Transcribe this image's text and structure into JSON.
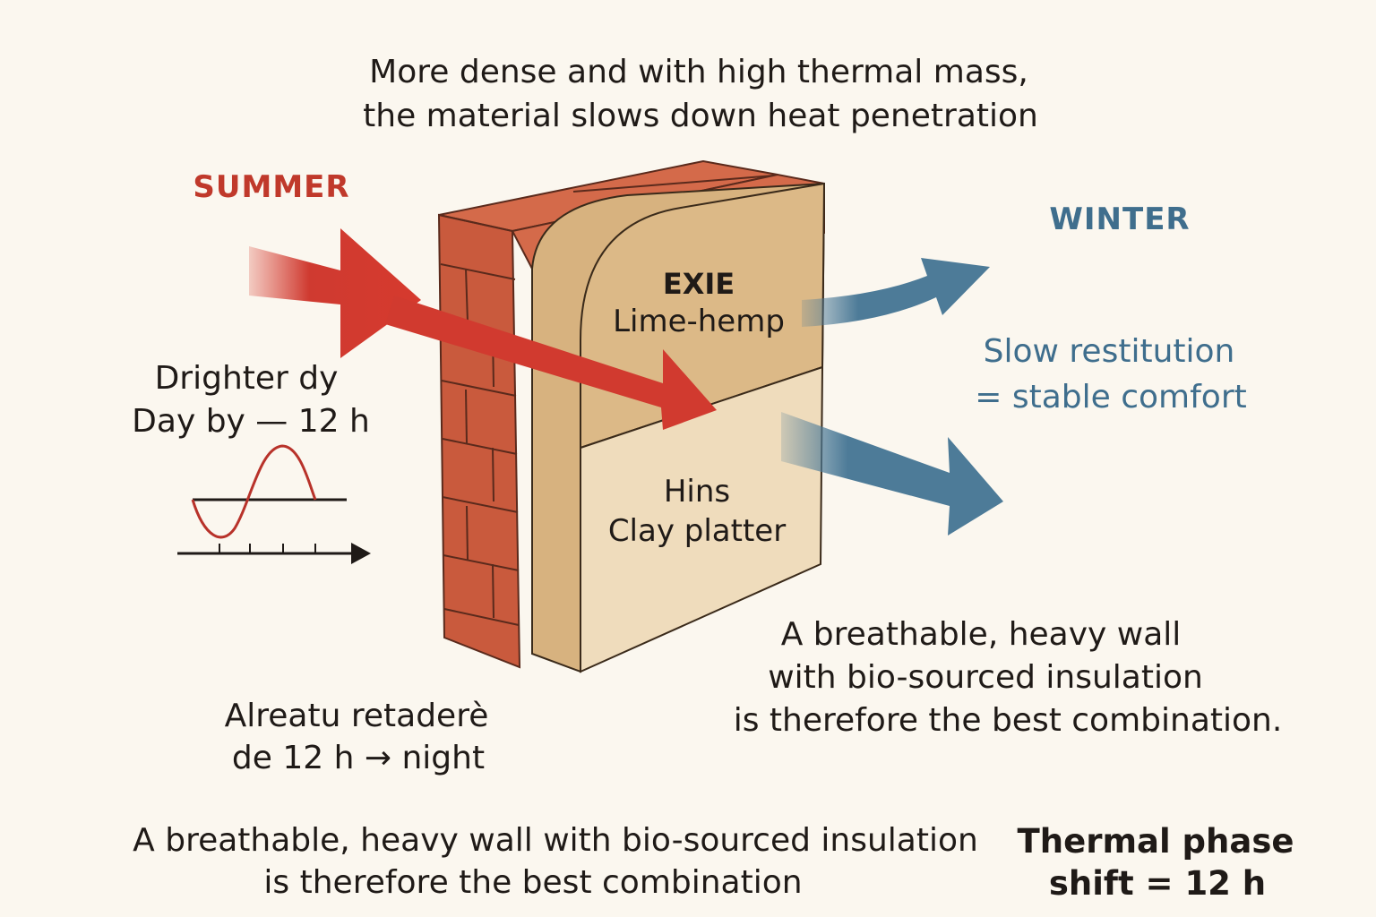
{
  "header": {
    "line1": "More dense and with high thermal mass,",
    "line2": "the material slows down heat penetration"
  },
  "summer": {
    "label": "SUMMER",
    "caption_line1": "Drighter dy",
    "caption_line2": "Day by — 12 h",
    "delay_line1": "Alreatu retaderè",
    "delay_line2": "de 12 h → night"
  },
  "winter": {
    "label": "WINTER",
    "caption_line1": "Slow restitution",
    "caption_line2": "= stable comfort"
  },
  "wall": {
    "upper_title": "EXIE",
    "upper_material": "Lime-hemp",
    "lower_title": "Hins",
    "lower_material": "Clay platter"
  },
  "right_note": {
    "line1": "A breathable, heavy wall",
    "line2": "with bio-sourced insulation",
    "line3": "is therefore the best combination."
  },
  "footer": {
    "line1": "A breathable, heavy wall with bio-sourced insulation",
    "line2": "is therefore the best combination",
    "phase_line1": "Thermal phase",
    "phase_line2": "shift = 12 h"
  },
  "colors": {
    "background": "#fbf7ef",
    "summer": "#c0392b",
    "winter": "#3f6e8d",
    "brick": "#d26a4b",
    "hemp": "#dcb987",
    "clay": "#efdcbc"
  }
}
